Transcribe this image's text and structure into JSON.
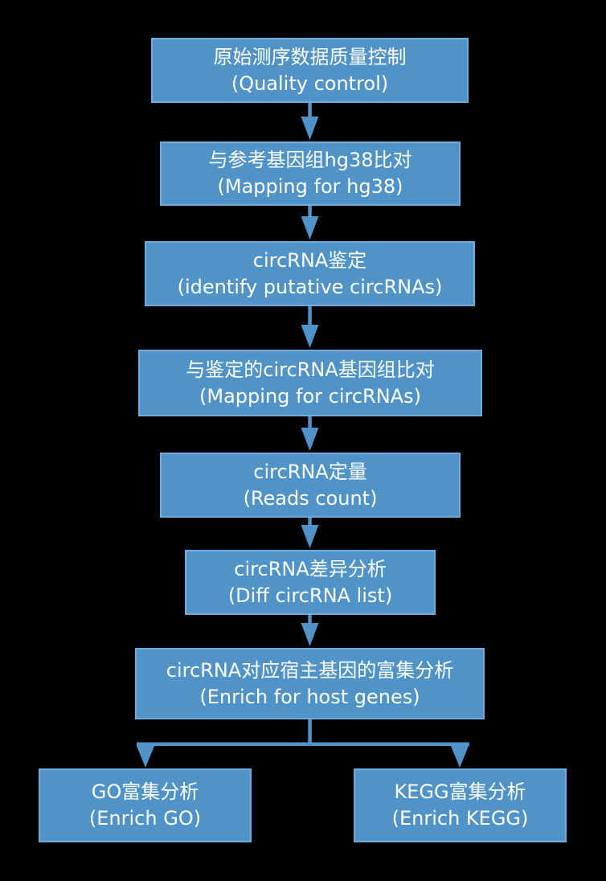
{
  "colors": {
    "background": "#000000",
    "node_fill": "#4f93c8",
    "node_border": "#73abdb",
    "arrow": "#4f93c8",
    "text": "#ffffff"
  },
  "nodes": [
    {
      "id": "quality-control",
      "zh": "原始测序数据质量控制",
      "en": "(Quality control)"
    },
    {
      "id": "mapping-hg38",
      "zh": "与参考基因组hg38比对",
      "en": "(Mapping for hg38)"
    },
    {
      "id": "identify-circrna",
      "zh": "circRNA鉴定",
      "en": "(identify putative circRNAs)"
    },
    {
      "id": "mapping-circrna",
      "zh": "与鉴定的circRNA基因组比对",
      "en": "(Mapping for circRNAs)"
    },
    {
      "id": "reads-count",
      "zh": "circRNA定量",
      "en": "(Reads count)"
    },
    {
      "id": "diff-circrna",
      "zh": "circRNA差异分析",
      "en": "(Diff circRNA list)"
    },
    {
      "id": "enrich-host",
      "zh": "circRNA对应宿主基因的富集分析",
      "en": "(Enrich for host genes)"
    },
    {
      "id": "enrich-go",
      "zh": "GO富集分析",
      "en": "(Enrich GO)"
    },
    {
      "id": "enrich-kegg",
      "zh": "KEGG富集分析",
      "en": "(Enrich KEGG)"
    }
  ],
  "edges": [
    {
      "from": "quality-control",
      "to": "mapping-hg38"
    },
    {
      "from": "mapping-hg38",
      "to": "identify-circrna"
    },
    {
      "from": "identify-circrna",
      "to": "mapping-circrna"
    },
    {
      "from": "mapping-circrna",
      "to": "reads-count"
    },
    {
      "from": "reads-count",
      "to": "diff-circrna"
    },
    {
      "from": "diff-circrna",
      "to": "enrich-host"
    },
    {
      "from": "enrich-host",
      "to": "enrich-go"
    },
    {
      "from": "enrich-host",
      "to": "enrich-kegg"
    }
  ]
}
